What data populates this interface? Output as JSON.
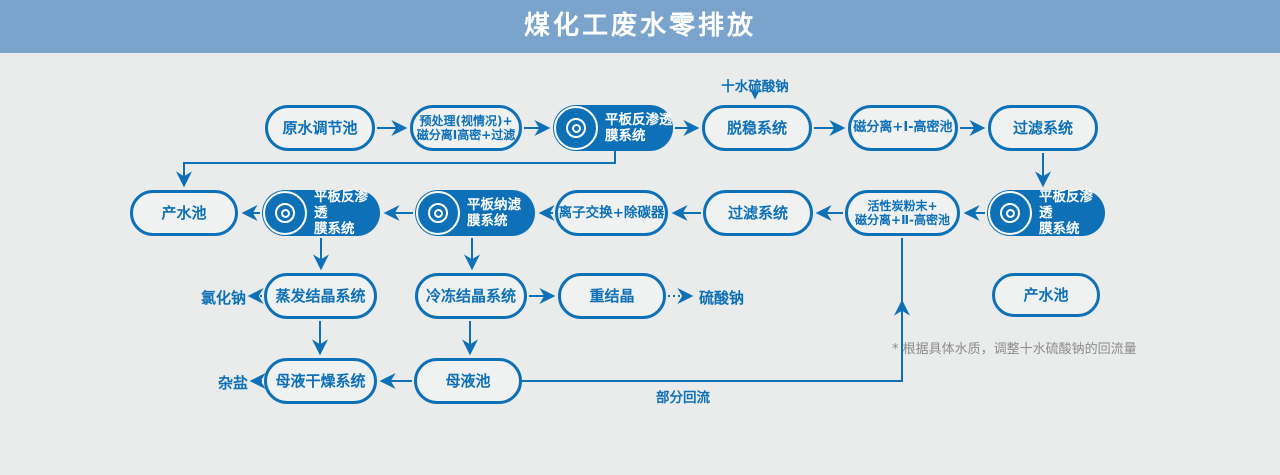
{
  "title": "煤化工废水零排放",
  "colors": {
    "primary": "#0e71b8",
    "banner": "#7aa4cc",
    "background": "#eaebeb",
    "note": "#8b8b8b"
  },
  "nodes": {
    "raw": {
      "label": "原水调节池"
    },
    "pre": {
      "line1": "预处理(视情况)+",
      "line2": "磁分离Ⅰ高密+过滤"
    },
    "ro": {
      "line1": "平板反渗透",
      "line2": "膜系统"
    },
    "destab": {
      "label": "脱稳系统"
    },
    "mag1": {
      "label": "磁分离+Ⅰ-高密池"
    },
    "filter": {
      "label": "过滤系统"
    },
    "product": {
      "label": "产水池"
    },
    "nf": {
      "line1": "平板纳滤",
      "line2": "膜系统"
    },
    "ion": {
      "label": "离子交换+除碳器"
    },
    "carbon": {
      "line1": "活性炭粉末+",
      "line2": "磁分离+Ⅱ-高密池"
    },
    "evap": {
      "label": "蒸发结晶系统"
    },
    "freeze": {
      "label": "冷冻结晶系统"
    },
    "recryst": {
      "label": "重结晶"
    },
    "dry": {
      "label": "母液干燥系统"
    },
    "mother": {
      "label": "母液池"
    }
  },
  "labels": {
    "decahydrate": "十水硫酸钠",
    "nacl": "氯化钠",
    "na2so4": "硫酸钠",
    "mixed_salt": "杂盐",
    "partial_reflux": "部分回流",
    "note": "* 根据具体水质，调整十水硫酸钠的回流量"
  }
}
